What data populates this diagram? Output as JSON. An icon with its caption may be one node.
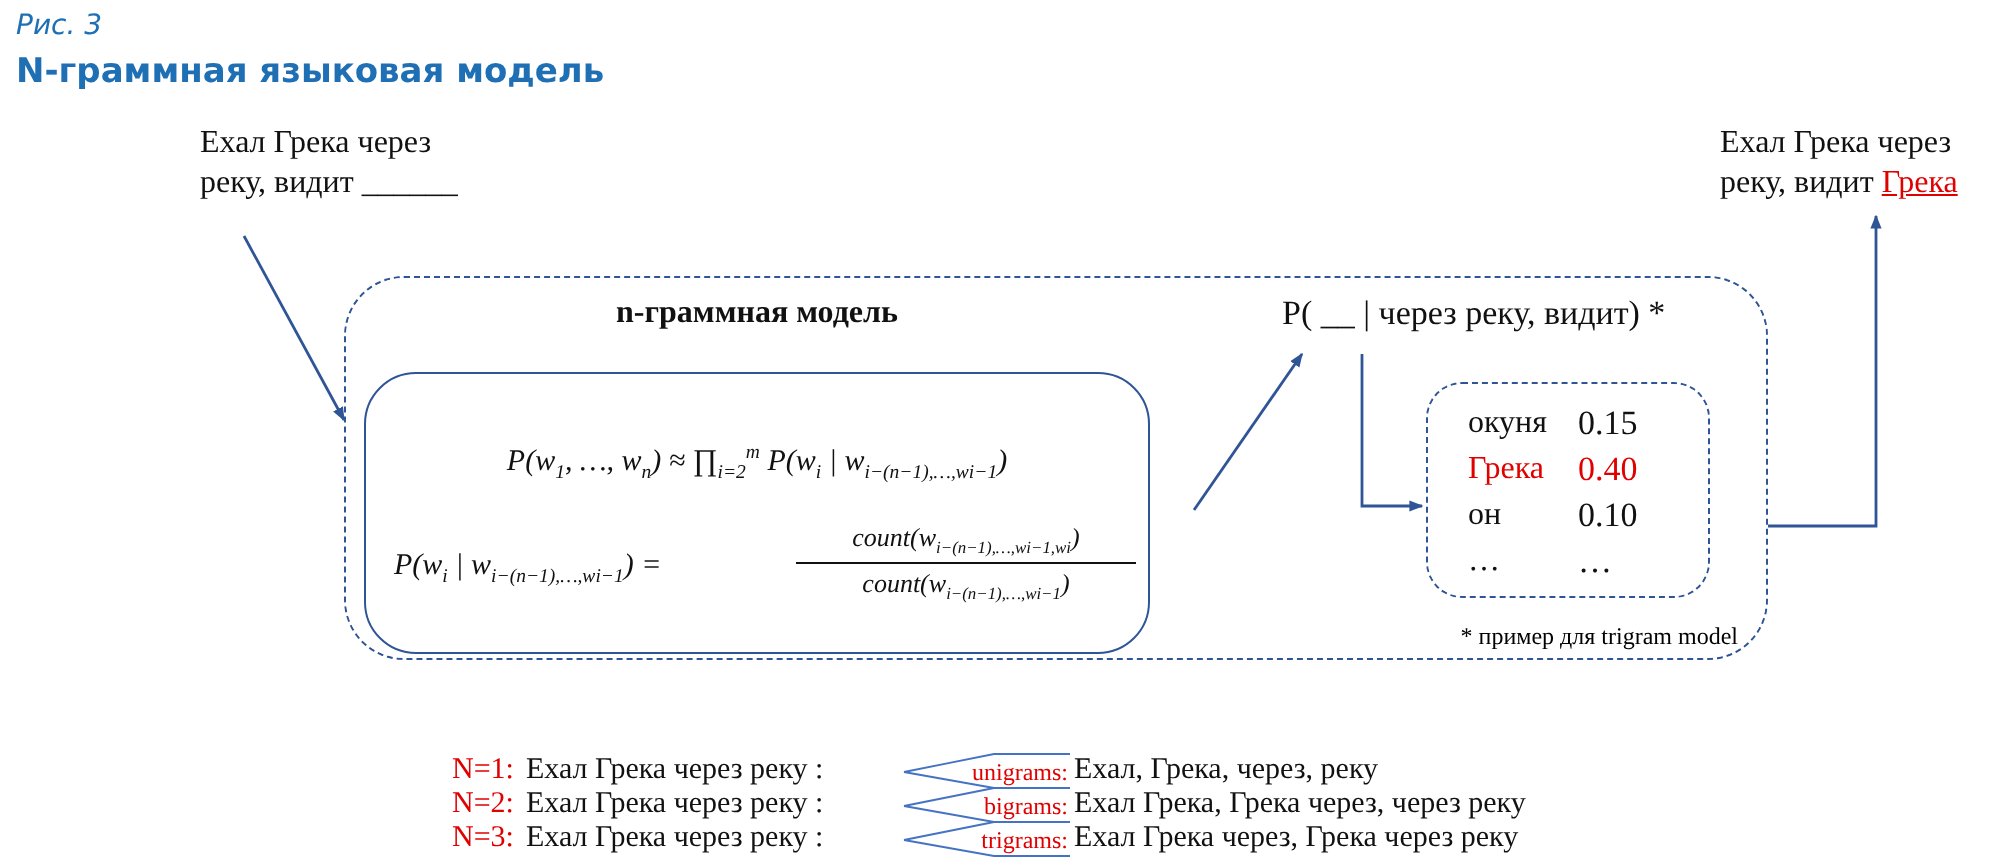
{
  "diagram": {
    "title": "N-граммная языковая модель",
    "nodes": [
      {
        "text": [
          "Ехал Грека через реку, видит ______"
        ]
      },
      {
        "text": [
          "* пример для trigram model"
        ]
      },
      {
        "text": [
          "n-граммная модель",
          "P(w$_{1}$, …, w$_{n}$) ≈ ∏$_{i=2}$$^{m}$ P(w$_{i}$ | w$_{i−(n−1),…,wi−1}$)",
          "P(w$_{i}$ | w$_{i−(n−1),…,wi−1}$) =",
          "count(w$_{i−(n−1),…,wi−1,wi}$)",
          "count(w$_{i−(n−1),…,wi−1}$)"
        ],
        "in": 1
      },
      {
        "text": [
          "P( __ | через реку, видит) *"
        ],
        "in": 1
      },
      {
        "text": [
          "окуня",
          "0.15",
          "Грека",
          "0.40",
          "он",
          "0.10",
          "…",
          "…"
        ],
        "in": 1
      },
      {
        "text": [
          "Ехал Грека через реку, видит",
          "Грека"
        ]
      }
    ],
    "edges": [
      {
        "from": 0,
        "to": 1,
        "arrow": "to"
      },
      {
        "from": 2,
        "to": 3,
        "arrow": "to"
      },
      {
        "from": 3,
        "to": 4,
        "arrow": "to"
      },
      {
        "from": 1,
        "to": 5,
        "arrow": "to"
      }
    ],
    "labels": [
      "Рис. 3",
      "N=1:",
      "Ехал Грека через реку :",
      "unigrams:",
      "Ехал, Грека, через, реку",
      "N=2:",
      "Ехал Грека через реку :",
      "bigrams:",
      "Ехал Грека, Грека через, через реку",
      "N=3:",
      "Ехал Грека через реку :",
      "trigrams:",
      "Ехал Грека через, Грека через реку"
    ]
  }
}
